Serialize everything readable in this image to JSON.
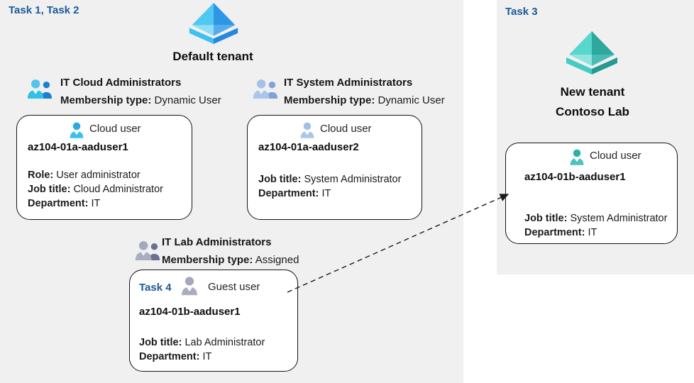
{
  "left_panel": {
    "task_label": "Task 1, Task 2",
    "tenant_name": "Default tenant",
    "group_cloud": {
      "title": "IT Cloud Administrators",
      "membership_label": "Membership type:",
      "membership_value": "Dynamic User"
    },
    "group_system": {
      "title": "IT System Administrators",
      "membership_label": "Membership type:",
      "membership_value": "Dynamic User"
    },
    "group_lab": {
      "title": "IT Lab Administrators",
      "membership_label": "Membership type:",
      "membership_value": "Assigned"
    },
    "card_user1": {
      "user_type": "Cloud user",
      "name": "az104-01a-aaduser1",
      "role_label": "Role:",
      "role_value": "User administrator",
      "job_label": "Job title:",
      "job_value": "Cloud Administrator",
      "dept_label": "Department:",
      "dept_value": "IT"
    },
    "card_user2": {
      "user_type": "Cloud user",
      "name": "az104-01a-aaduser2",
      "job_label": "Job title:",
      "job_value": "System Administrator",
      "dept_label": "Department:",
      "dept_value": "IT"
    },
    "card_guest": {
      "task_label": "Task 4",
      "user_type": "Guest user",
      "name": "az104-01b-aaduser1",
      "job_label": "Job title:",
      "job_value": "Lab Administrator",
      "dept_label": "Department:",
      "dept_value": "IT"
    }
  },
  "right_panel": {
    "task_label": "Task 3",
    "tenant_name_line1": "New tenant",
    "tenant_name_line2": "Contoso Lab",
    "card_user": {
      "user_type": "Cloud user",
      "name": "az104-01b-aaduser1",
      "job_label": "Job title:",
      "job_value": "System Administrator",
      "dept_label": "Department:",
      "dept_value": "IT"
    }
  },
  "colors": {
    "panel_bg": "#f0f0f0",
    "task_label_blue": "#1c5b99",
    "azure_blue_light": "#4fc9f1",
    "azure_blue_dark": "#2d96e6",
    "azure_teal_light": "#56d6cc",
    "azure_teal_dark": "#2ea79e",
    "person_cyan": "#38c3e8",
    "person_periwinkle": "#a9c7e8",
    "person_gray": "#a7abbe",
    "person_teal": "#4cc4bc"
  }
}
